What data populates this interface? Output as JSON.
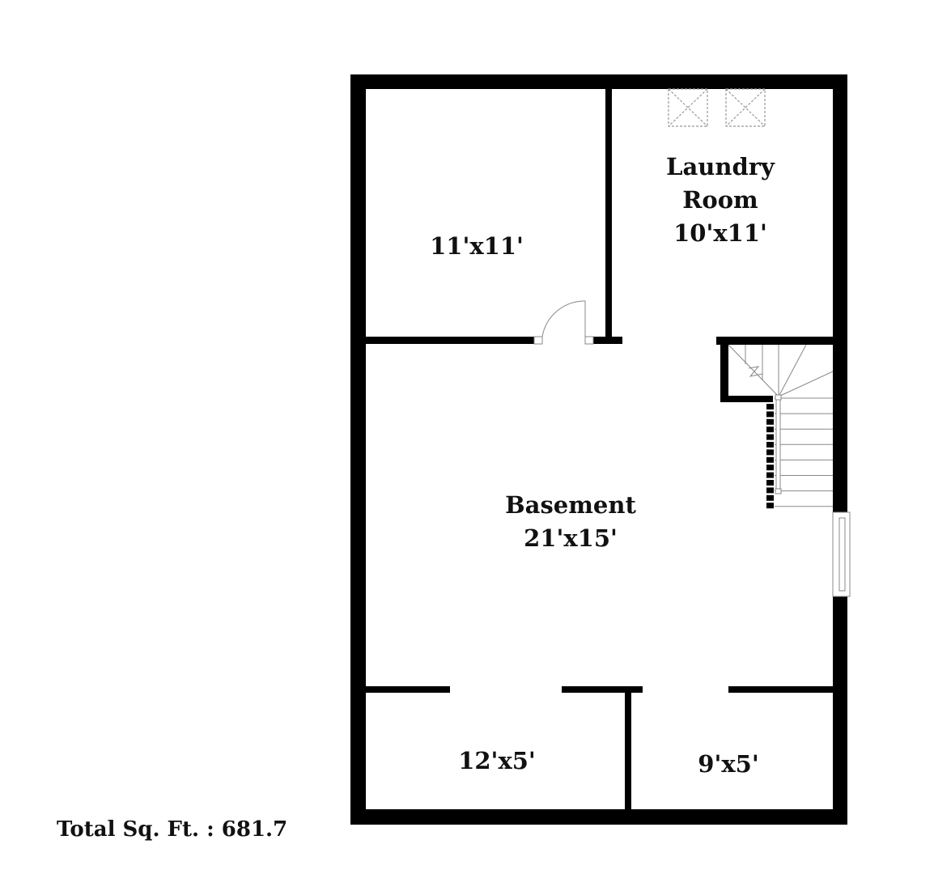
{
  "rooms": [
    {
      "name": "",
      "size": "11'x11'"
    },
    {
      "name": "Laundry Room",
      "name_line1": "Laundry",
      "name_line2": "Room",
      "size": "10'x11'"
    },
    {
      "name": "Basement",
      "size": "21'x15'"
    },
    {
      "name": "",
      "size": "12'x5'"
    },
    {
      "name": "",
      "size": "9'x5'"
    }
  ],
  "total": "Total Sq. Ft. : 681.7",
  "colors": {
    "wall": "#000000",
    "fixture": "#999999"
  }
}
